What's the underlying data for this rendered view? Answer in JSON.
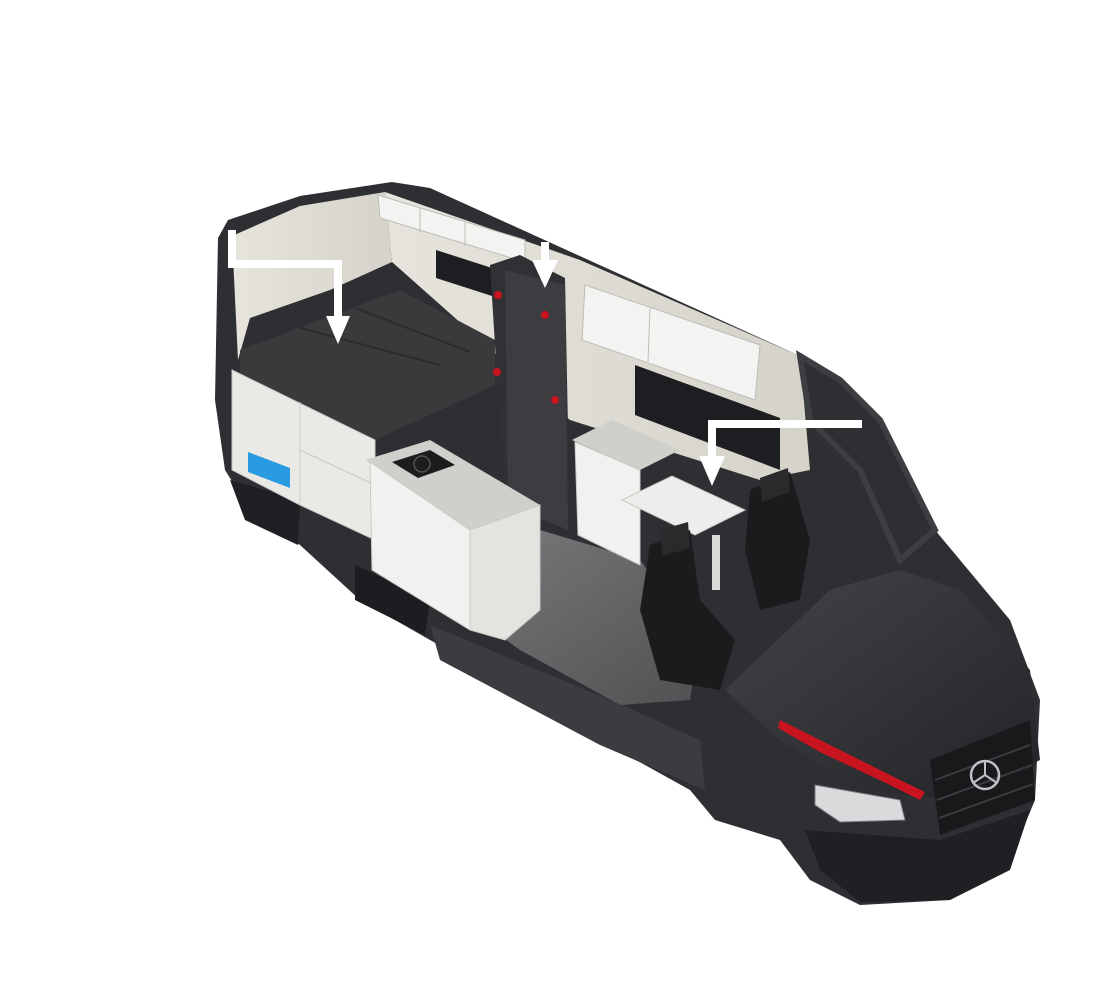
{
  "figure": {
    "subject": "van-interior-layout",
    "vehicle": "cargo-van",
    "has_text": false
  },
  "colors": {
    "background": "#ffffff",
    "body_dark": "#2e2f32",
    "body_mid": "#3d3e42",
    "panel_light": "#dcdad2",
    "cabinet_white": "#f1f1ef",
    "mattress": "#3a3a3c",
    "floor": "#6a6b6d",
    "accent_red": "#c8141e",
    "accent_blue": "#2a9be0",
    "callout": "#ffffff"
  },
  "callouts": [
    {
      "name": "bed-callout",
      "target": "bed"
    },
    {
      "name": "wardrobe-callout",
      "target": "wardrobe"
    },
    {
      "name": "table-callout",
      "target": "dinette-table"
    }
  ],
  "icons": [
    "mercedes-star-icon"
  ]
}
